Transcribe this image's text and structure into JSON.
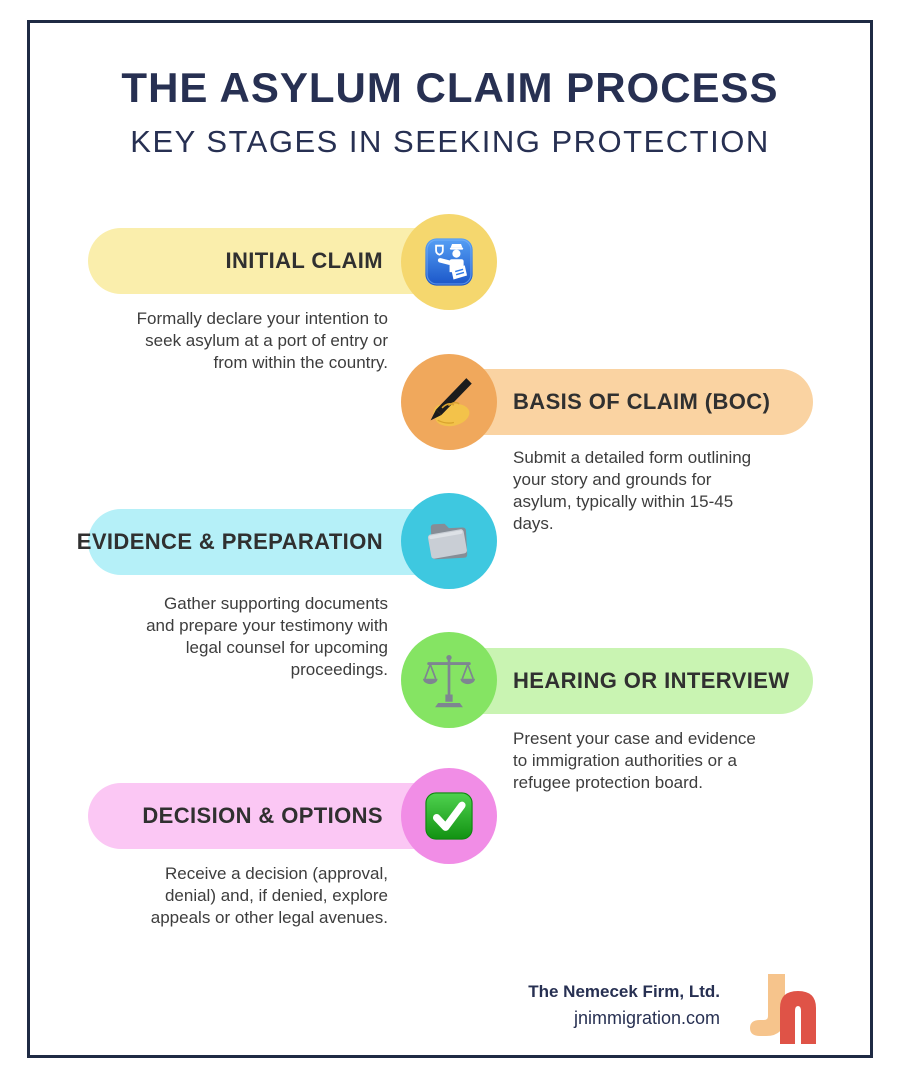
{
  "header": {
    "title": "THE ASYLUM CLAIM PROCESS",
    "subtitle": "KEY STAGES IN SEEKING PROTECTION"
  },
  "stages": [
    {
      "title": "INITIAL CLAIM",
      "description": "Formally declare your intention to\nseek asylum at a port of entry or\nfrom within the country.",
      "side": "left",
      "pill_color": "#FAEEAC",
      "circle_color": "#F5D76E",
      "icon": "passport-control"
    },
    {
      "title": "BASIS OF CLAIM (BOC)",
      "description": "Submit a detailed form outlining\nyour story and grounds for\nasylum, typically within 15-45\ndays.",
      "side": "right",
      "pill_color": "#FAD3A2",
      "circle_color": "#F0A85C",
      "icon": "writing-hand"
    },
    {
      "title": "EVIDENCE & PREPARATION",
      "description": "Gather supporting documents\nand prepare your testimony with\nlegal counsel for upcoming\nproceedings.",
      "side": "left",
      "pill_color": "#B5F0F8",
      "circle_color": "#3EC8E0",
      "icon": "open-folder"
    },
    {
      "title": "HEARING OR INTERVIEW",
      "description": "Present your case and evidence\nto immigration authorities or a\nrefugee protection board.",
      "side": "right",
      "pill_color": "#C9F4B2",
      "circle_color": "#85E463",
      "icon": "balance-scale"
    },
    {
      "title": "DECISION & OPTIONS",
      "description": "Receive a decision (approval,\ndenial) and, if denied, explore\nappeals or other legal avenues.",
      "side": "left",
      "pill_color": "#FBC7F4",
      "circle_color": "#F18DE6",
      "icon": "check-mark"
    }
  ],
  "footer": {
    "firm_name": "The Nemecek Firm, Ltd.",
    "website": "jnimmigration.com",
    "logo": {
      "letters": "Jn",
      "j_color": "#F6C48C",
      "n_color": "#DF5347"
    }
  },
  "theme": {
    "border_color": "#1F2A44",
    "title_color": "#273052",
    "heading_text_color": "#303030",
    "body_text_color": "#3D3D3D",
    "background": "#FFFFFF"
  }
}
